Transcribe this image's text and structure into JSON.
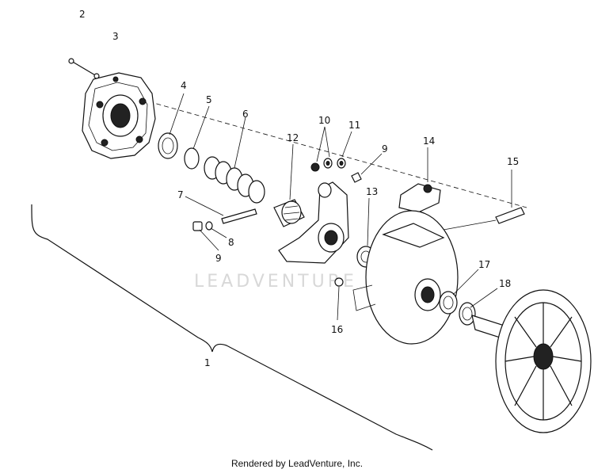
{
  "watermark": "LEADVENTURE",
  "footer": "Rendered by LeadVenture, Inc.",
  "callouts": {
    "c1": "1",
    "c2": "2",
    "c3": "3",
    "c4": "4",
    "c5": "5",
    "c6": "6",
    "c7": "7",
    "c8": "8",
    "c9a": "9",
    "c9b": "9",
    "c10": "10",
    "c11": "11",
    "c12": "12",
    "c13": "13",
    "c14": "14",
    "c15": "15",
    "c16": "16",
    "c17": "17",
    "c18": "18"
  }
}
